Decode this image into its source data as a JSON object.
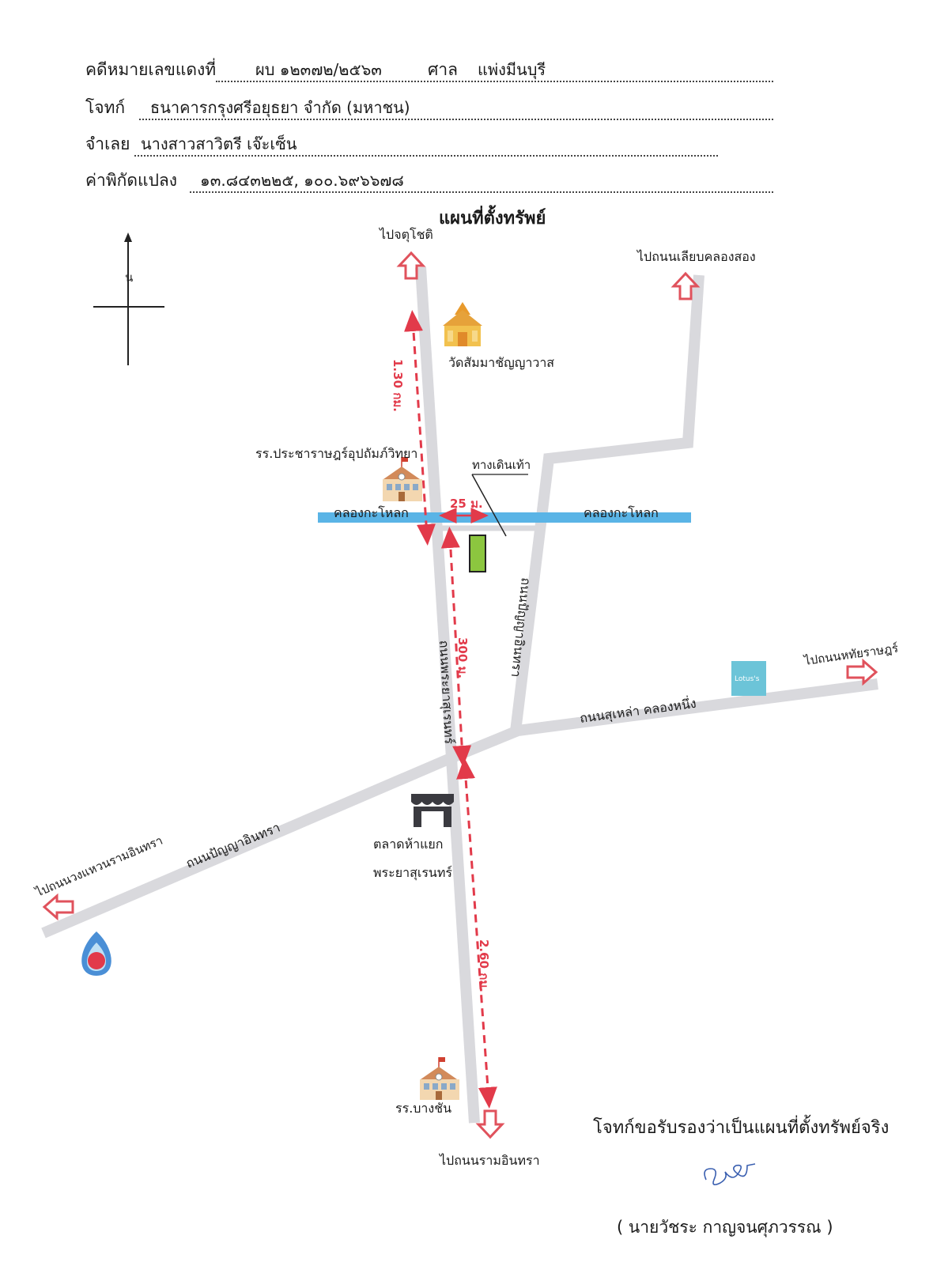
{
  "header": {
    "case_label": "คดีหมายเลขแดงที่",
    "case_number": "ผบ ๑๒๓๗๒/๒๕๖๓",
    "court_label": "ศาล",
    "court_name": "แพ่งมีนบุรี",
    "plaintiff_label": "โจทก์",
    "plaintiff_name": "ธนาคารกรุงศรีอยุธยา  จำกัด  (มหาชน)",
    "defendant_label": "จำเลย",
    "defendant_name": "นางสาวสาวิตรี  เจ๊ะเซ็น",
    "coords_label": "ค่าพิกัดแปลง",
    "coords_value": "๑๓.๘๔๓๒๒๕, ๑๐๐.๖๙๖๖๗๘"
  },
  "map": {
    "title": "แผนที่ตั้งทรัพย์",
    "north_label": "น",
    "labels": {
      "to_north": "ไปจตุโชติ",
      "to_northeast": "ไปถนนเลียบคลองสอง",
      "to_east": "ไปถนนหทัยราษฎร์",
      "to_west": "ไปถนนวงแหวนรามอินทรา",
      "to_south": "ไปถนนรามอินทรา",
      "temple": "วัดสัมมาชัญญาวาส",
      "school_north": "รร.ประชาราษฎร์อุปถัมภ์วิทยา",
      "school_south": "รร.บางชัน",
      "walkway": "ทางเดินเท้า",
      "canal_left": "คลองกะโหลก",
      "canal_right": "คลองกะโหลก",
      "road_main": "ถนนพระยาสุเรนทร์",
      "road_panya_vertical": "ถนนปัญญาอินทรา",
      "road_panya_diag": "ถนนปัญญาอินทรา",
      "road_suhla": "ถนนสุเหล่า คลองหนึ่ง",
      "market_line1": "ตลาดห้าแยก",
      "market_line2": "พระยาสุเรนทร์",
      "lotus_logo": "Lotus's"
    },
    "distances": {
      "north_segment": "1.30 กม.",
      "canal_offset": "25 ม.",
      "middle_segment": "300 ม.",
      "south_segment": "2.60 กม."
    },
    "colors": {
      "road": "#d9d9dd",
      "canal": "#5ab4e6",
      "arrow": "#e0525c",
      "distance": "#e23a4a",
      "plot": "#8cc63f",
      "lotus": "#6cc4d8"
    },
    "icons": [
      "temple-icon",
      "school-icon",
      "market-icon",
      "ptt-logo-icon",
      "lotus-logo-icon",
      "north-compass-icon"
    ]
  },
  "footer": {
    "certify": "โจทก์ขอรับรองว่าเป็นแผนที่ตั้งทรัพย์จริง",
    "signer": "(   นายวัชระ  กาญจนศุภวรรณ    )"
  }
}
